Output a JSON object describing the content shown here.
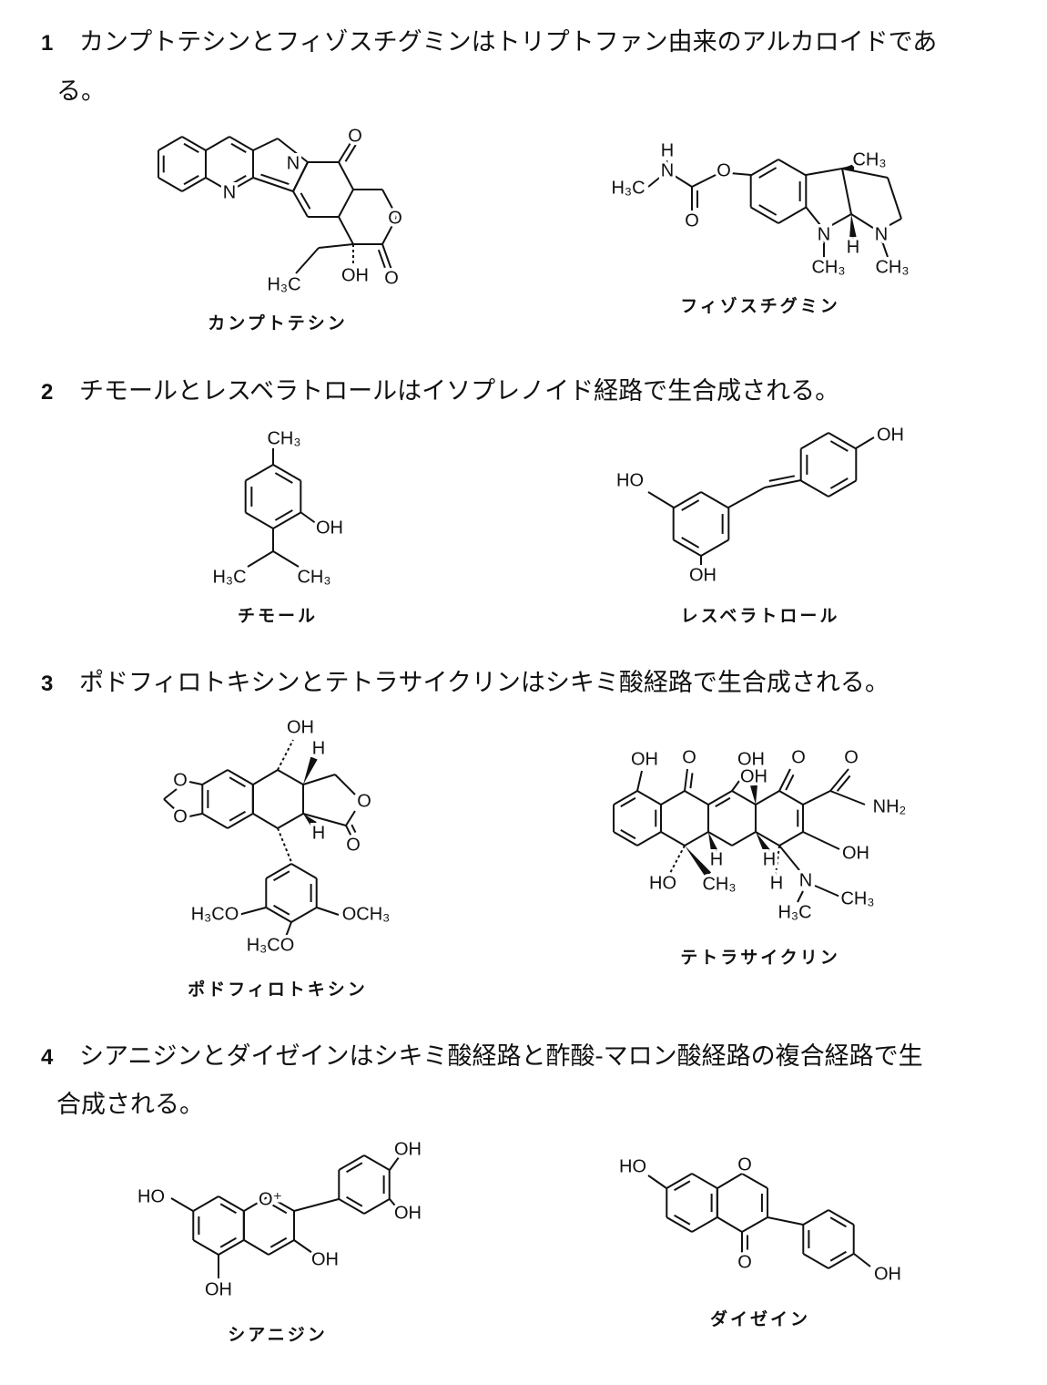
{
  "questions": [
    {
      "number": "1",
      "line1": "カンプトテシンとフィゾスチグミンはトリプトファン由来のアルカロイドであ",
      "line2": "る。"
    },
    {
      "number": "2",
      "line1": "チモールとレスベラトロールはイソプレノイド経路で生合成される。"
    },
    {
      "number": "3",
      "line1": "ポドフィロトキシンとテトラサイクリンはシキミ酸経路で生合成される。"
    },
    {
      "number": "4",
      "line1": "シアニジンとダイゼインはシキミ酸経路と酢酸-マロン酸経路の複合経路で生",
      "line2": "合成される。"
    }
  ],
  "mol": {
    "camptothecin": {
      "name": "カンプトテシン",
      "labels": [
        "N",
        "N",
        "O",
        "O",
        "O",
        "OH",
        "H₃C"
      ]
    },
    "physostigmine": {
      "name": "フィゾスチグミン",
      "labels": [
        "H",
        "N",
        "H₃C",
        "O",
        "O",
        "CH₃",
        "N",
        "H",
        "N",
        "CH₃",
        "CH₃"
      ]
    },
    "thymol": {
      "name": "チモール",
      "labels": [
        "CH₃",
        "OH",
        "H₃C",
        "CH₃"
      ]
    },
    "resveratrol": {
      "name": "レスベラトロール",
      "labels": [
        "HO",
        "OH",
        "OH"
      ]
    },
    "podophyllotoxin": {
      "name": "ポドフィロトキシン",
      "labels": [
        "OH",
        "H",
        "O",
        "O",
        "H",
        "O",
        "O",
        "H₃CO",
        "OCH₃",
        "H₃CO"
      ]
    },
    "tetracycline": {
      "name": "テトラサイクリン",
      "labels": [
        "OH",
        "O",
        "OH",
        "O",
        "O",
        "NH₂",
        "OH",
        "OH",
        "HO",
        "CH₃",
        "H",
        "H",
        "H",
        "N",
        "CH₃",
        "H₃C"
      ]
    },
    "cyanidin": {
      "name": "シアニジン",
      "labels": [
        "O⁺",
        "HO",
        "OH",
        "OH",
        "OH",
        "OH"
      ]
    },
    "daidzein": {
      "name": "ダイゼイン",
      "labels": [
        "HO",
        "O",
        "O",
        "OH"
      ]
    }
  }
}
